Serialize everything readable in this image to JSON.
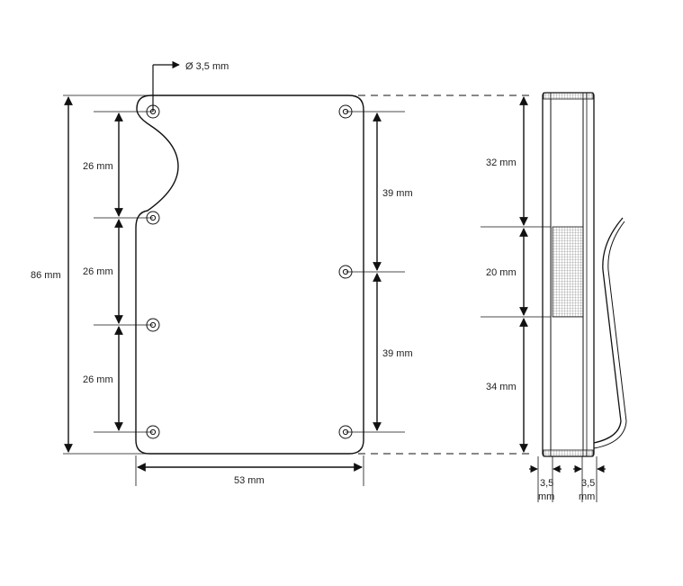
{
  "diagram": {
    "hole_diameter_label": "Ø 3,5 mm",
    "front_view": {
      "overall_height": "86 mm",
      "left_pitch_1": "26 mm",
      "left_pitch_2": "26 mm",
      "left_pitch_3": "26 mm",
      "right_pitch_1": "39 mm",
      "right_pitch_2": "39 mm",
      "width": "53 mm"
    },
    "side_view": {
      "segment_top": "32 mm",
      "segment_middle": "20 mm",
      "segment_bottom": "34 mm",
      "left_thickness_value": "3,5",
      "left_thickness_unit": "mm",
      "right_thickness_value": "3,5",
      "right_thickness_unit": "mm"
    }
  }
}
